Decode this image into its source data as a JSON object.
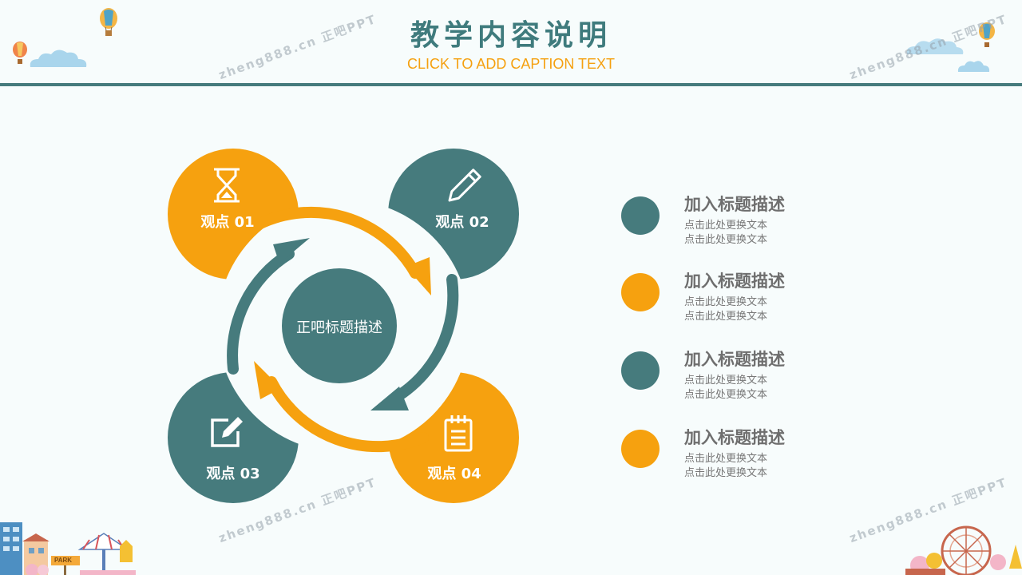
{
  "header": {
    "title": "教学内容说明",
    "subtitle": "CLICK TO ADD CAPTION TEXT"
  },
  "watermark": {
    "text": "zheng888.cn 正吧PPT"
  },
  "colors": {
    "teal": "#467b7d",
    "orange": "#f6a10f",
    "text_gray": "#6e6e6e"
  },
  "diagram": {
    "center_label": "正吧标题描述",
    "viewpoints": [
      {
        "label": "观点 01",
        "icon": "hourglass-icon",
        "color": "#f6a10f"
      },
      {
        "label": "观点 02",
        "icon": "pencil-icon",
        "color": "#467b7d"
      },
      {
        "label": "观点 03",
        "icon": "edit-icon",
        "color": "#467b7d"
      },
      {
        "label": "观点 04",
        "icon": "notepad-icon",
        "color": "#f6a10f"
      }
    ]
  },
  "legend": [
    {
      "title": "加入标题描述",
      "line1": "点击此处更换文本",
      "line2": "点击此处更换文本",
      "color": "#467b7d"
    },
    {
      "title": "加入标题描述",
      "line1": "点击此处更换文本",
      "line2": "点击此处更换文本",
      "color": "#f6a10f"
    },
    {
      "title": "加入标题描述",
      "line1": "点击此处更换文本",
      "line2": "点击此处更换文本",
      "color": "#467b7d"
    },
    {
      "title": "加入标题描述",
      "line1": "点击此处更换文本",
      "line2": "点击此处更换文本",
      "color": "#f6a10f"
    }
  ],
  "decorations": {
    "park_sign": "PARK"
  }
}
